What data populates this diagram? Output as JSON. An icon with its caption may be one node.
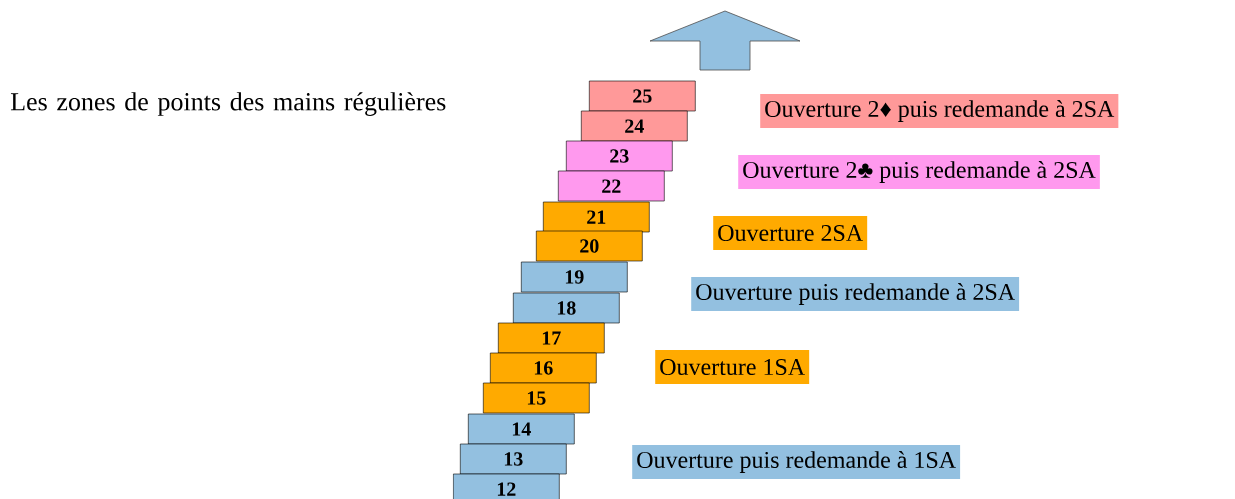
{
  "diagram": {
    "title": "Les zones de points des mains régulières",
    "nodes": [
      {
        "text": [
          "25"
        ]
      },
      {
        "text": [
          "24"
        ]
      },
      {
        "text": [
          "23"
        ]
      },
      {
        "text": [
          "22"
        ]
      },
      {
        "text": [
          "21"
        ]
      },
      {
        "text": [
          "20"
        ]
      },
      {
        "text": [
          "19"
        ]
      },
      {
        "text": [
          "18"
        ]
      },
      {
        "text": [
          "17"
        ]
      },
      {
        "text": [
          "16"
        ]
      },
      {
        "text": [
          "15"
        ]
      },
      {
        "text": [
          "14"
        ]
      },
      {
        "text": [
          "13"
        ]
      },
      {
        "text": [
          "12"
        ]
      },
      {
        "text": [
          "Ouverture 2♦ puis redemande à 2SA"
        ]
      },
      {
        "text": [
          "Ouverture 2♣ puis redemande à 2SA"
        ]
      },
      {
        "text": [
          "Ouverture 2SA"
        ]
      },
      {
        "text": [
          "Ouverture puis redemande à 2SA"
        ]
      },
      {
        "text": [
          "Ouverture 1SA"
        ]
      },
      {
        "text": [
          "Ouverture puis redemande à 1SA"
        ]
      }
    ]
  }
}
